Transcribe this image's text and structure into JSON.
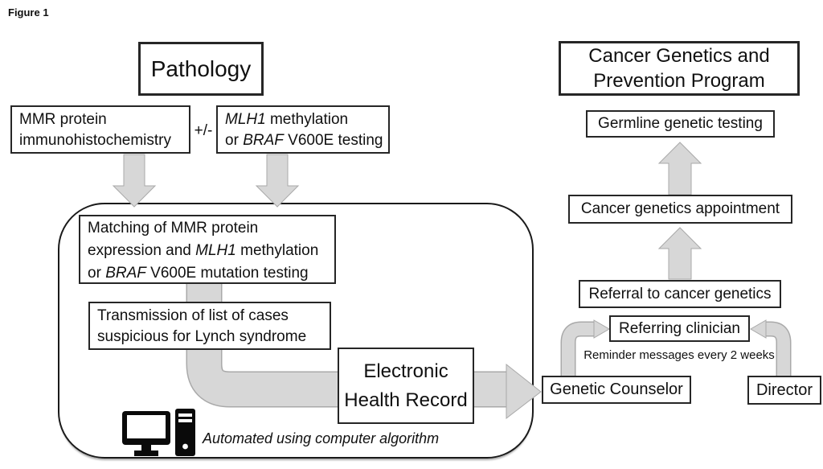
{
  "figure_label": "Figure 1",
  "colors": {
    "box_border": "#262626",
    "arrow_fill": "#d7d7d7",
    "arrow_stroke": "#a9a9a9",
    "container_border": "#1a1a1a",
    "text": "#101010"
  },
  "icons": {
    "computer": "computer-icon"
  },
  "nodes": {
    "pathology": "Pathology",
    "program_title": {
      "l1": "Cancer Genetics and",
      "l2": "Prevention Program"
    },
    "mmr": {
      "l1": "MMR protein",
      "l2": "immunohistochemistry"
    },
    "plus_minus": "+/-",
    "mlh1": {
      "l1": [
        "MLH1",
        " methylation"
      ],
      "l2": [
        "or ",
        "BRAF",
        " V600E testing"
      ]
    },
    "matching": {
      "l1": "Matching of MMR protein",
      "l2": [
        "expression and ",
        "MLH1",
        " methylation"
      ],
      "l3": [
        "or ",
        "BRAF",
        " V600E mutation testing"
      ]
    },
    "transmission": {
      "l1": "Transmission of list of cases",
      "l2": "suspicious for Lynch syndrome"
    },
    "ehr": {
      "l1": "Electronic",
      "l2": "Health Record"
    },
    "germline": "Germline genetic testing",
    "appointment": "Cancer genetics appointment",
    "referral": "Referral to cancer genetics",
    "referring": "Referring clinician",
    "reminder": "Reminder messages every 2 weeks",
    "counselor": "Genetic Counselor",
    "director": "Director",
    "automated_note": "Automated using computer algorithm"
  }
}
